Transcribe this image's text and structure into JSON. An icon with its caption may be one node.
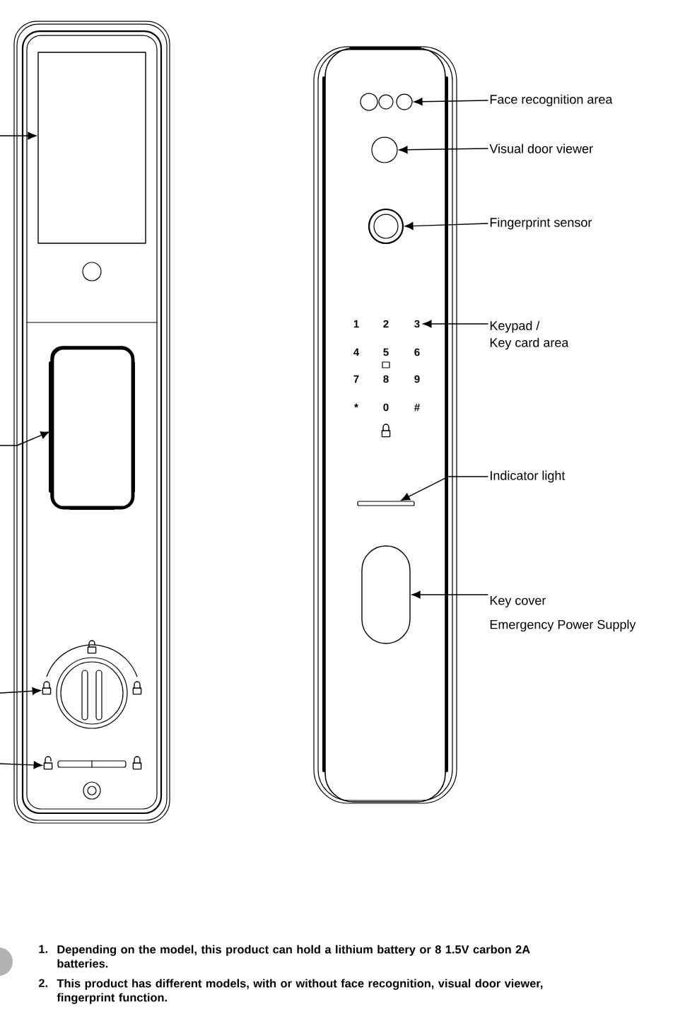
{
  "diagram": {
    "nodes": [
      {
        "text": [],
        "shape": "box"
      },
      {
        "text": [],
        "shape": "box"
      },
      {
        "text": [],
        "shape": "padlock"
      },
      {
        "text": [],
        "shape": "padlock"
      },
      {
        "text": [],
        "shape": "circle"
      },
      {
        "text": [
          "Face recognition area"
        ]
      },
      {
        "text": [],
        "shape": "circle"
      },
      {
        "text": [
          "Visual door viewer"
        ]
      },
      {
        "text": [],
        "shape": "circle"
      },
      {
        "text": [
          "Fingerprint sensor"
        ]
      },
      {
        "text": [
          "3"
        ]
      },
      {
        "text": [
          "Keypad /",
          "Key card area"
        ]
      },
      {
        "text": [],
        "shape": "bar"
      },
      {
        "text": [
          "Indicator light"
        ]
      },
      {
        "text": [],
        "shape": "box"
      },
      {
        "text": [
          "Key cover",
          "Emergency Power Supply"
        ]
      }
    ],
    "edges": [
      {
        "from": null,
        "to": 0,
        "arrow": "to"
      },
      {
        "from": null,
        "to": 1,
        "arrow": "to"
      },
      {
        "from": null,
        "to": 2,
        "arrow": "to"
      },
      {
        "from": null,
        "to": 3,
        "arrow": "to"
      },
      {
        "from": 5,
        "to": 4,
        "arrow": "to"
      },
      {
        "from": 7,
        "to": 6,
        "arrow": "to"
      },
      {
        "from": 9,
        "to": 8,
        "arrow": "to"
      },
      {
        "from": 11,
        "to": 10,
        "arrow": "to"
      },
      {
        "from": 13,
        "to": 12,
        "arrow": "to"
      },
      {
        "from": 15,
        "to": 14,
        "arrow": "to"
      }
    ],
    "labels": [
      "1",
      "2",
      "4",
      "5",
      "6",
      "7",
      "8",
      "9",
      "*",
      "0",
      "#",
      "1.",
      "Depending on the model, this product can hold a lithium battery or 8 1.5V carbon 2A batteries.",
      "2.",
      "This product has different models, with or without face recognition, visual door viewer, fingerprint function."
    ]
  }
}
